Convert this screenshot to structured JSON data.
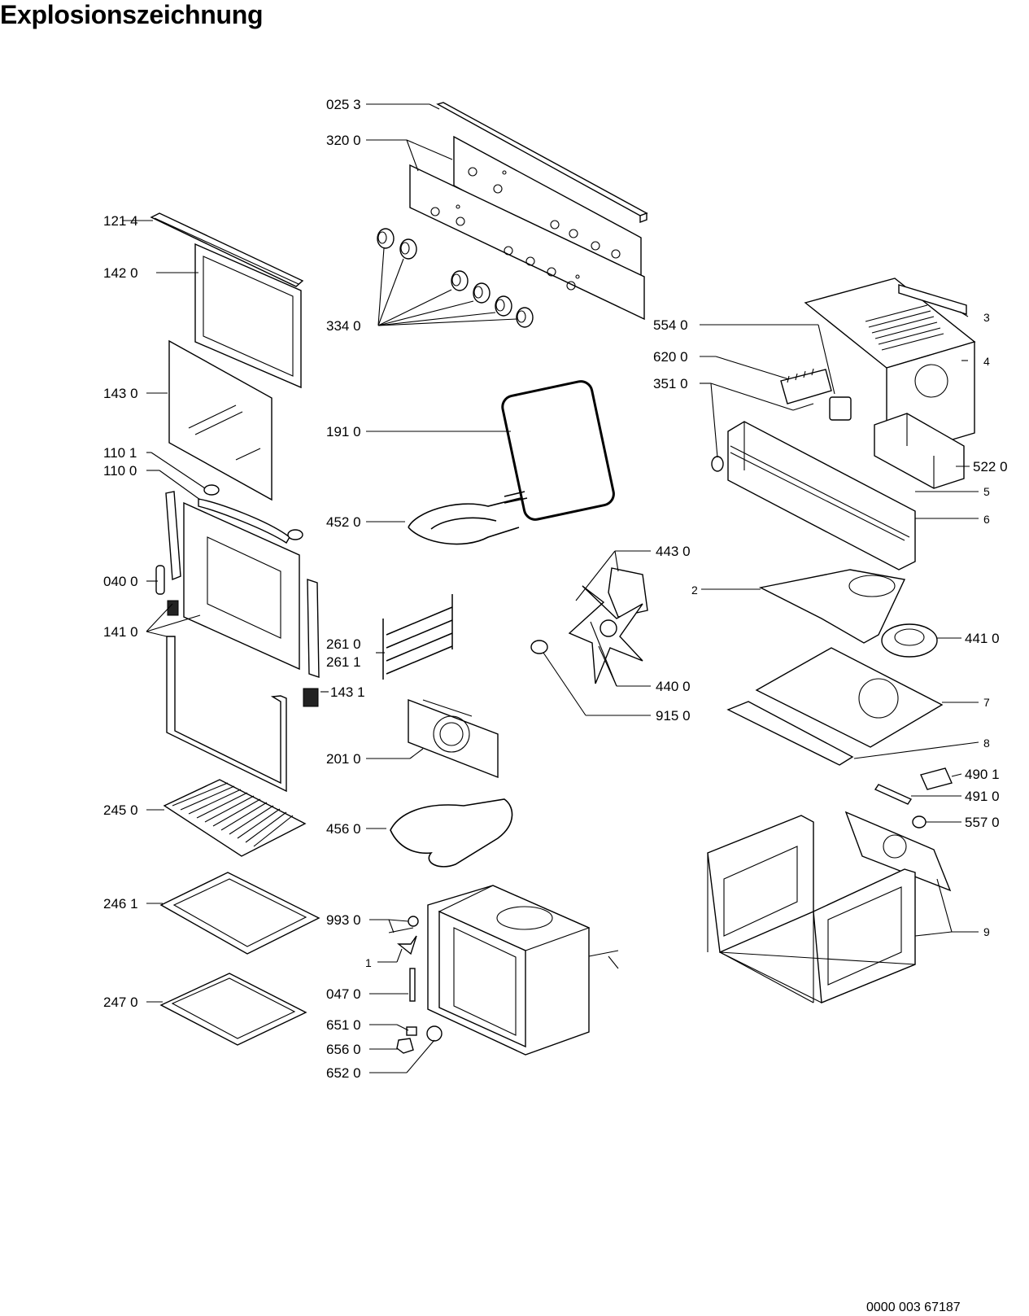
{
  "title": "Explosionszeichnung",
  "document_number": "0000 003 67187",
  "callouts": {
    "c0253": "025 3",
    "c3200": "320 0",
    "c1214": "121 4",
    "c1420": "142 0",
    "c3340": "334 0",
    "c1430": "143 0",
    "c1910": "191 0",
    "c1101": "110 1",
    "c1100": "110 0",
    "c4520": "452 0",
    "c0400": "040 0",
    "c1410": "141 0",
    "c2610": "261 0",
    "c2611": "261 1",
    "c1431": "143 1",
    "c2010": "201 0",
    "c2450": "245 0",
    "c4560": "456 0",
    "c2461": "246 1",
    "c9930": "993 0",
    "c1": "1",
    "c2470": "247 0",
    "c0470": "047 0",
    "c6510": "651 0",
    "c6560": "656 0",
    "c6520": "652 0",
    "c5540": "554 0",
    "c6200": "620 0",
    "c3510": "351 0",
    "c3": "3",
    "c4": "4",
    "c5220": "522 0",
    "c5": "5",
    "c6": "6",
    "c4430": "443 0",
    "c2": "2",
    "c4410": "441 0",
    "c4400": "440 0",
    "c9150": "915 0",
    "c7": "7",
    "c8": "8",
    "c4901": "490 1",
    "c4910": "491 0",
    "c5570": "557 0",
    "c9": "9"
  }
}
